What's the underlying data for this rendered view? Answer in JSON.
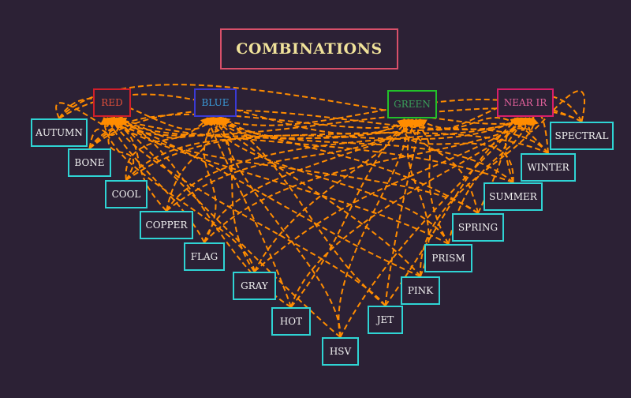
{
  "title": "COMBINATIONS",
  "colors": {
    "background": "#2c2135",
    "edge": "#ff8c00",
    "source_border": "#2fd4d4",
    "title_border": "#d9506a",
    "title_text": "#f0e29a"
  },
  "channels": {
    "red": "RED",
    "blue": "BLUE",
    "green": "GREEN",
    "nir": "NEAR IR"
  },
  "colormaps": {
    "autumn": "AUTUMN",
    "bone": "BONE",
    "cool": "COOL",
    "copper": "COPPER",
    "flag": "FLAG",
    "gray": "GRAY",
    "hot": "HOT",
    "hsv": "HSV",
    "jet": "JET",
    "pink": "PINK",
    "prism": "PRISM",
    "spring": "SPRING",
    "summer": "SUMMER",
    "winter": "WINTER",
    "spectral": "SPECTRAL"
  },
  "edges": [
    [
      "autumn",
      "red"
    ],
    [
      "autumn",
      "blue"
    ],
    [
      "autumn",
      "green"
    ],
    [
      "autumn",
      "nir"
    ],
    [
      "bone",
      "red"
    ],
    [
      "bone",
      "blue"
    ],
    [
      "bone",
      "green"
    ],
    [
      "bone",
      "nir"
    ],
    [
      "cool",
      "red"
    ],
    [
      "cool",
      "blue"
    ],
    [
      "cool",
      "green"
    ],
    [
      "cool",
      "nir"
    ],
    [
      "copper",
      "red"
    ],
    [
      "copper",
      "blue"
    ],
    [
      "copper",
      "green"
    ],
    [
      "copper",
      "nir"
    ],
    [
      "flag",
      "red"
    ],
    [
      "flag",
      "blue"
    ],
    [
      "flag",
      "green"
    ],
    [
      "flag",
      "nir"
    ],
    [
      "gray",
      "red"
    ],
    [
      "gray",
      "blue"
    ],
    [
      "gray",
      "green"
    ],
    [
      "gray",
      "nir"
    ],
    [
      "hot",
      "red"
    ],
    [
      "hot",
      "blue"
    ],
    [
      "hot",
      "green"
    ],
    [
      "hot",
      "nir"
    ],
    [
      "hsv",
      "red"
    ],
    [
      "hsv",
      "blue"
    ],
    [
      "hsv",
      "green"
    ],
    [
      "hsv",
      "nir"
    ],
    [
      "jet",
      "red"
    ],
    [
      "jet",
      "blue"
    ],
    [
      "jet",
      "green"
    ],
    [
      "jet",
      "nir"
    ],
    [
      "pink",
      "red"
    ],
    [
      "pink",
      "blue"
    ],
    [
      "pink",
      "green"
    ],
    [
      "pink",
      "nir"
    ],
    [
      "prism",
      "red"
    ],
    [
      "prism",
      "blue"
    ],
    [
      "prism",
      "green"
    ],
    [
      "prism",
      "nir"
    ],
    [
      "spring",
      "red"
    ],
    [
      "spring",
      "blue"
    ],
    [
      "spring",
      "green"
    ],
    [
      "spring",
      "nir"
    ],
    [
      "summer",
      "red"
    ],
    [
      "summer",
      "blue"
    ],
    [
      "summer",
      "green"
    ],
    [
      "summer",
      "nir"
    ],
    [
      "winter",
      "red"
    ],
    [
      "winter",
      "blue"
    ],
    [
      "winter",
      "green"
    ],
    [
      "winter",
      "nir"
    ],
    [
      "spectral",
      "red"
    ],
    [
      "spectral",
      "blue"
    ],
    [
      "spectral",
      "green"
    ],
    [
      "spectral",
      "nir"
    ]
  ]
}
